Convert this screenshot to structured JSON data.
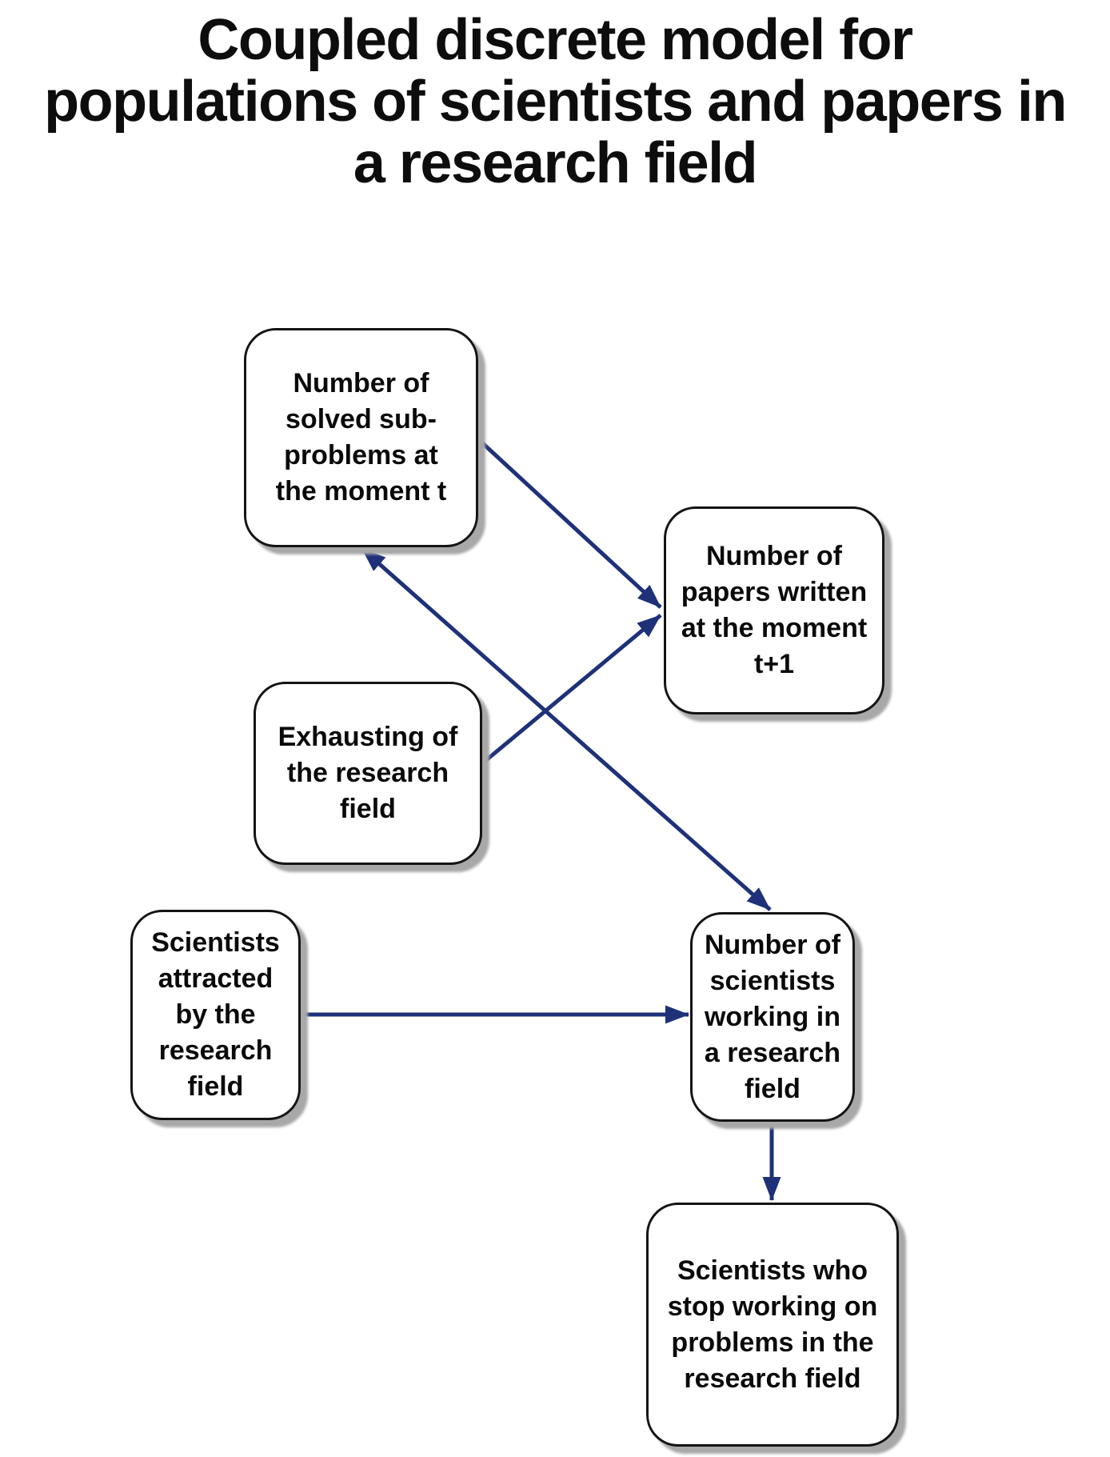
{
  "title": "Coupled discrete model for\npopulations of scientists and papers in\na research field",
  "nodes": {
    "solved_subproblems": {
      "label": "Number of\nsolved sub-\nproblems at\nthe moment t"
    },
    "papers_written": {
      "label": "Number of\npapers written\nat the moment\nt+1"
    },
    "exhausting": {
      "label": "Exhausting of\nthe research\nfield"
    },
    "scientists_attracted": {
      "label": "Scientists\nattracted\nby the\nresearch\nfield"
    },
    "scientists_working": {
      "label": "Number of\nscientists\nworking in\na research\nfield"
    },
    "scientists_stop": {
      "label": "Scientists who\nstop working on\nproblems in the\nresearch field"
    }
  },
  "edges": [
    {
      "from": "solved_subproblems",
      "to": "papers_written",
      "arrows": "forward"
    },
    {
      "from": "exhausting",
      "to": "papers_written",
      "arrows": "forward"
    },
    {
      "from": "solved_subproblems",
      "to": "scientists_working",
      "arrows": "both"
    },
    {
      "from": "scientists_attracted",
      "to": "scientists_working",
      "arrows": "forward"
    },
    {
      "from": "scientists_working",
      "to": "scientists_stop",
      "arrows": "forward"
    }
  ],
  "colors": {
    "arrow": "#1e3179",
    "box_border": "#141414",
    "box_fill": "#ffffff",
    "shadow": "#a8a8a8",
    "title_text": "#0d0d0d",
    "background": "#ffffff"
  }
}
